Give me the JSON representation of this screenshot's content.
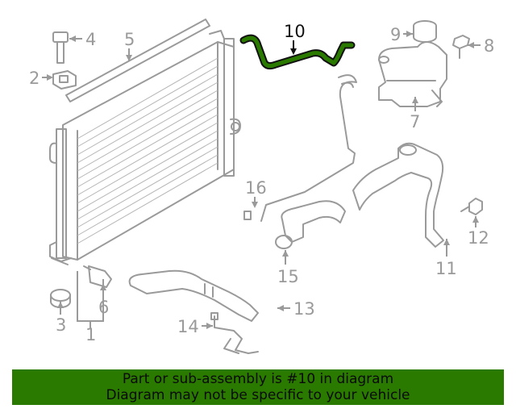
{
  "diagram": {
    "callouts": {
      "c1": "1",
      "c2": "2",
      "c3": "3",
      "c4": "4",
      "c5": "5",
      "c6": "6",
      "c7": "7",
      "c8": "8",
      "c9": "9",
      "c10": "10",
      "c11": "11",
      "c12": "12",
      "c13": "13",
      "c14": "14",
      "c15": "15",
      "c16": "16"
    },
    "highlighted_part": "10"
  },
  "banner": {
    "line1": "Part or sub-assembly is #10 in diagram",
    "line2": "Diagram may not be specific to your vehicle",
    "color": "#2a7a00"
  },
  "colors": {
    "line_art": "#9a9a9a",
    "highlight": "#2a7a00",
    "active_label": "#111111"
  }
}
